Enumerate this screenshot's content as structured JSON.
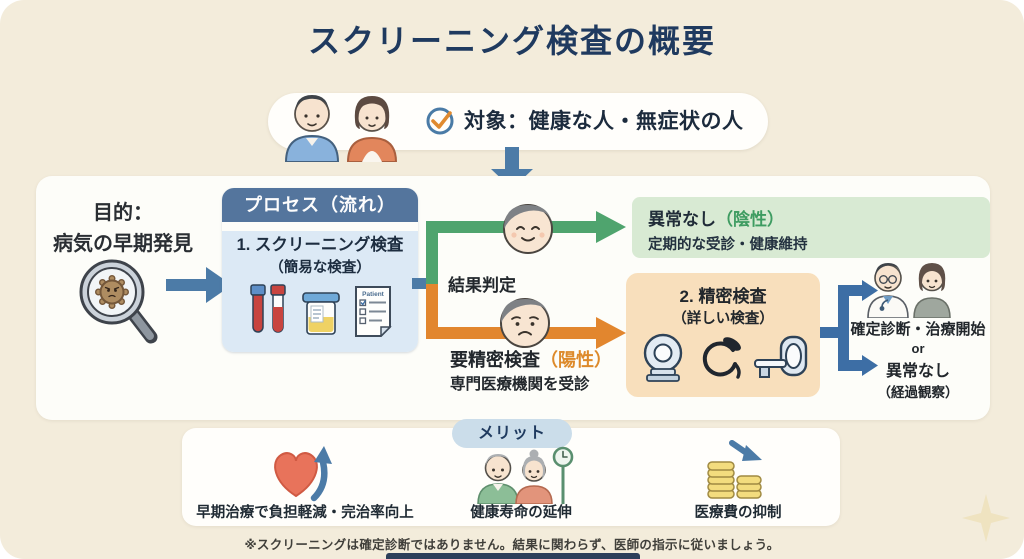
{
  "title": "スクリーニング検査の概要",
  "target": {
    "label": "対象：健康な人・無症状の人"
  },
  "purpose": {
    "heading": "目的：",
    "text": "病気の早期発見"
  },
  "process": {
    "header": "プロセス（流れ）",
    "step_title": "1. スクリーニング検査",
    "step_sub": "（簡易な検査）",
    "doc_label": "Patient"
  },
  "judgment_label": "結果判定",
  "negative_branch": {
    "result": "異常なし",
    "result_tag": "（陰性）",
    "action": "定期的な受診・健康維持"
  },
  "positive_branch": {
    "result": "要精密検査",
    "result_tag": "（陽性）",
    "action": "専門医療機関を受診"
  },
  "detail_exam": {
    "title": "2. 精密検査",
    "sub": "（詳しい検査）"
  },
  "outcome": {
    "line1": "確定診断・治療開始",
    "or_label": "or",
    "line2": "異常なし",
    "line3": "（経過観察）"
  },
  "merits": {
    "header": "メリット",
    "items": [
      {
        "icon": "heart-up-arrow-icon",
        "label": "早期治療で負担軽減・完治率向上"
      },
      {
        "icon": "elderly-couple-icon",
        "label": "健康寿命の延伸"
      },
      {
        "icon": "coins-down-arrow-icon",
        "label": "医療費の抑制"
      }
    ]
  },
  "footnote": "※スクリーニングは確定診断ではありません。結果に関わらず、医師の指示に従いましょう。",
  "colors": {
    "background": "#F3ECDB",
    "title_navy": "#1F3A5F",
    "steel_blue": "#4C7BA7",
    "process_header_blue": "#54759D",
    "process_body_blue": "#DCE9F5",
    "negative_green": "#4FA46E",
    "green_box_bg": "#D8EAD3",
    "positive_orange": "#E2862E",
    "orange_box_bg": "#F8DFBC"
  }
}
